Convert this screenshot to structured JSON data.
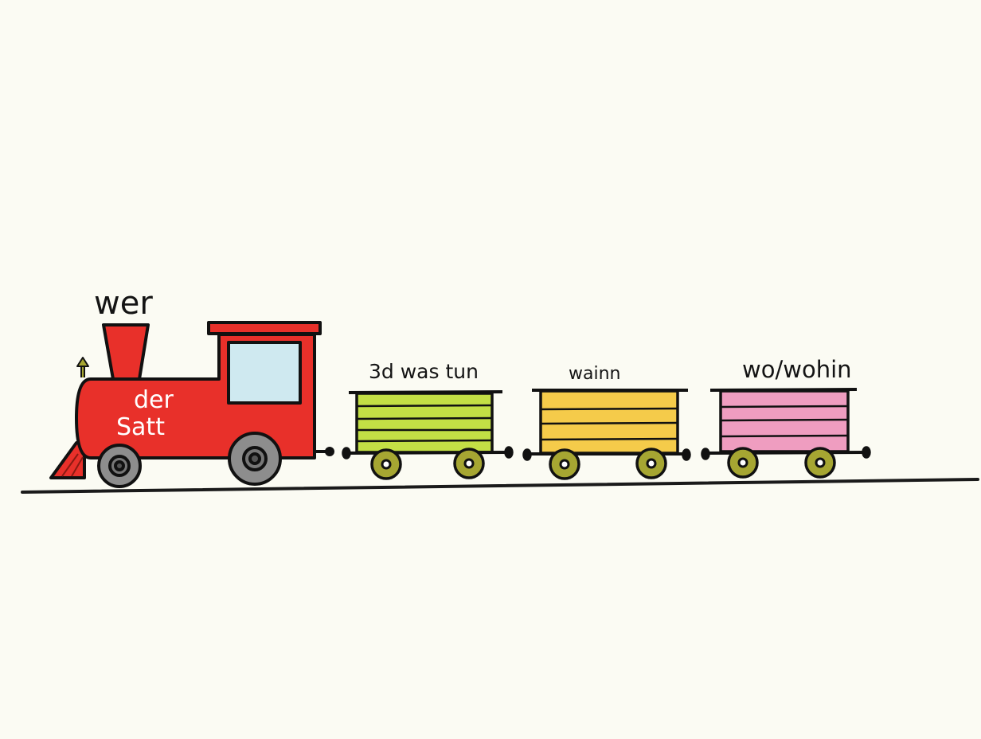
{
  "scene": {
    "background": "#fbfbf3",
    "track_color": "#1a1a1a"
  },
  "locomotive": {
    "label": "wer",
    "body_text_line1": "der",
    "body_text_line2": "Satt",
    "color": "#e8302a",
    "window_color": "#cfe9f0",
    "wheel_color": "#8d8d8d"
  },
  "wagons": [
    {
      "label": "3d was tun",
      "color": "#c3df45"
    },
    {
      "label": "wainn",
      "color": "#f5cb4a"
    },
    {
      "label": "wo/wohin",
      "color": "#ef9dc0"
    }
  ],
  "wagon_wheel_color": "#a6a632"
}
